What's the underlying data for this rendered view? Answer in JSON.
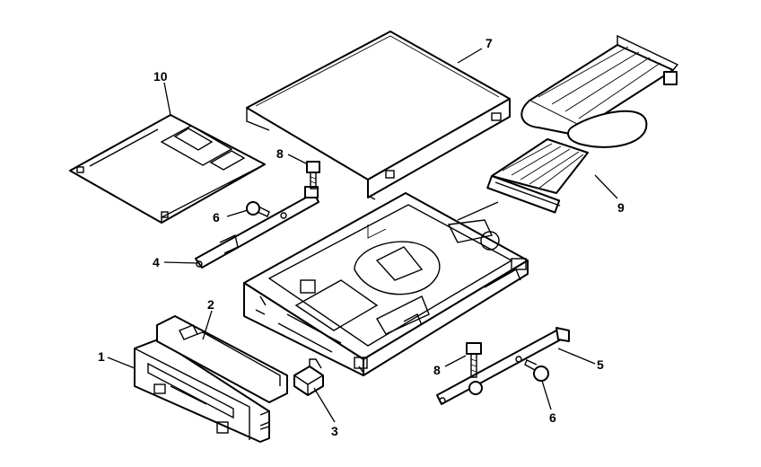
{
  "diagram": {
    "callouts": {
      "c1": "1",
      "c2": "2",
      "c3": "3",
      "c4": "4",
      "c5": "5",
      "c6a": "6",
      "c6b": "6",
      "c7": "7",
      "c8a": "8",
      "c8b": "8",
      "c9": "9",
      "c10": "10"
    }
  }
}
